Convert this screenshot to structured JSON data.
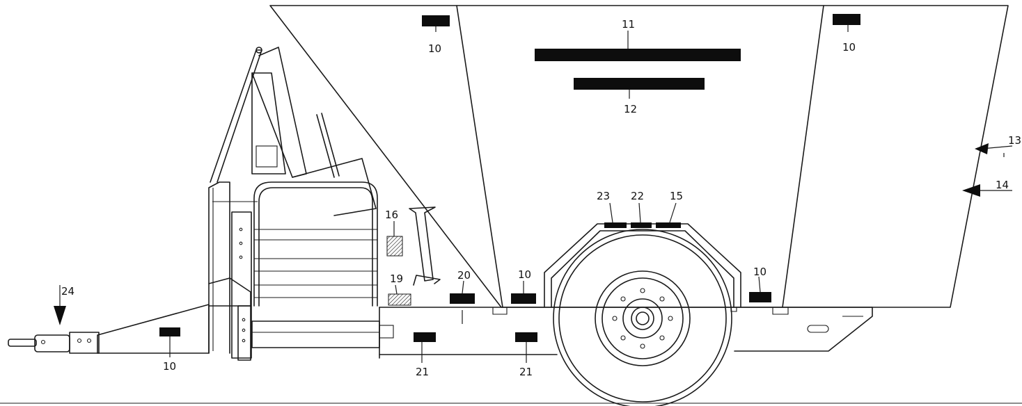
{
  "callouts": {
    "c10a": "10",
    "c10b": "10",
    "c10c": "10",
    "c10d": "10",
    "c10e": "10",
    "c11": "11",
    "c12": "12",
    "c13": "13",
    "c14": "14",
    "c15": "15",
    "c16": "16",
    "c19": "19",
    "c20": "20",
    "c21a": "21",
    "c21b": "21",
    "c22": "22",
    "c23": "23",
    "c24": "24"
  },
  "colors": {
    "line": "#1a1a1a",
    "decal": "#0d0d0d",
    "background": "#ffffff"
  }
}
